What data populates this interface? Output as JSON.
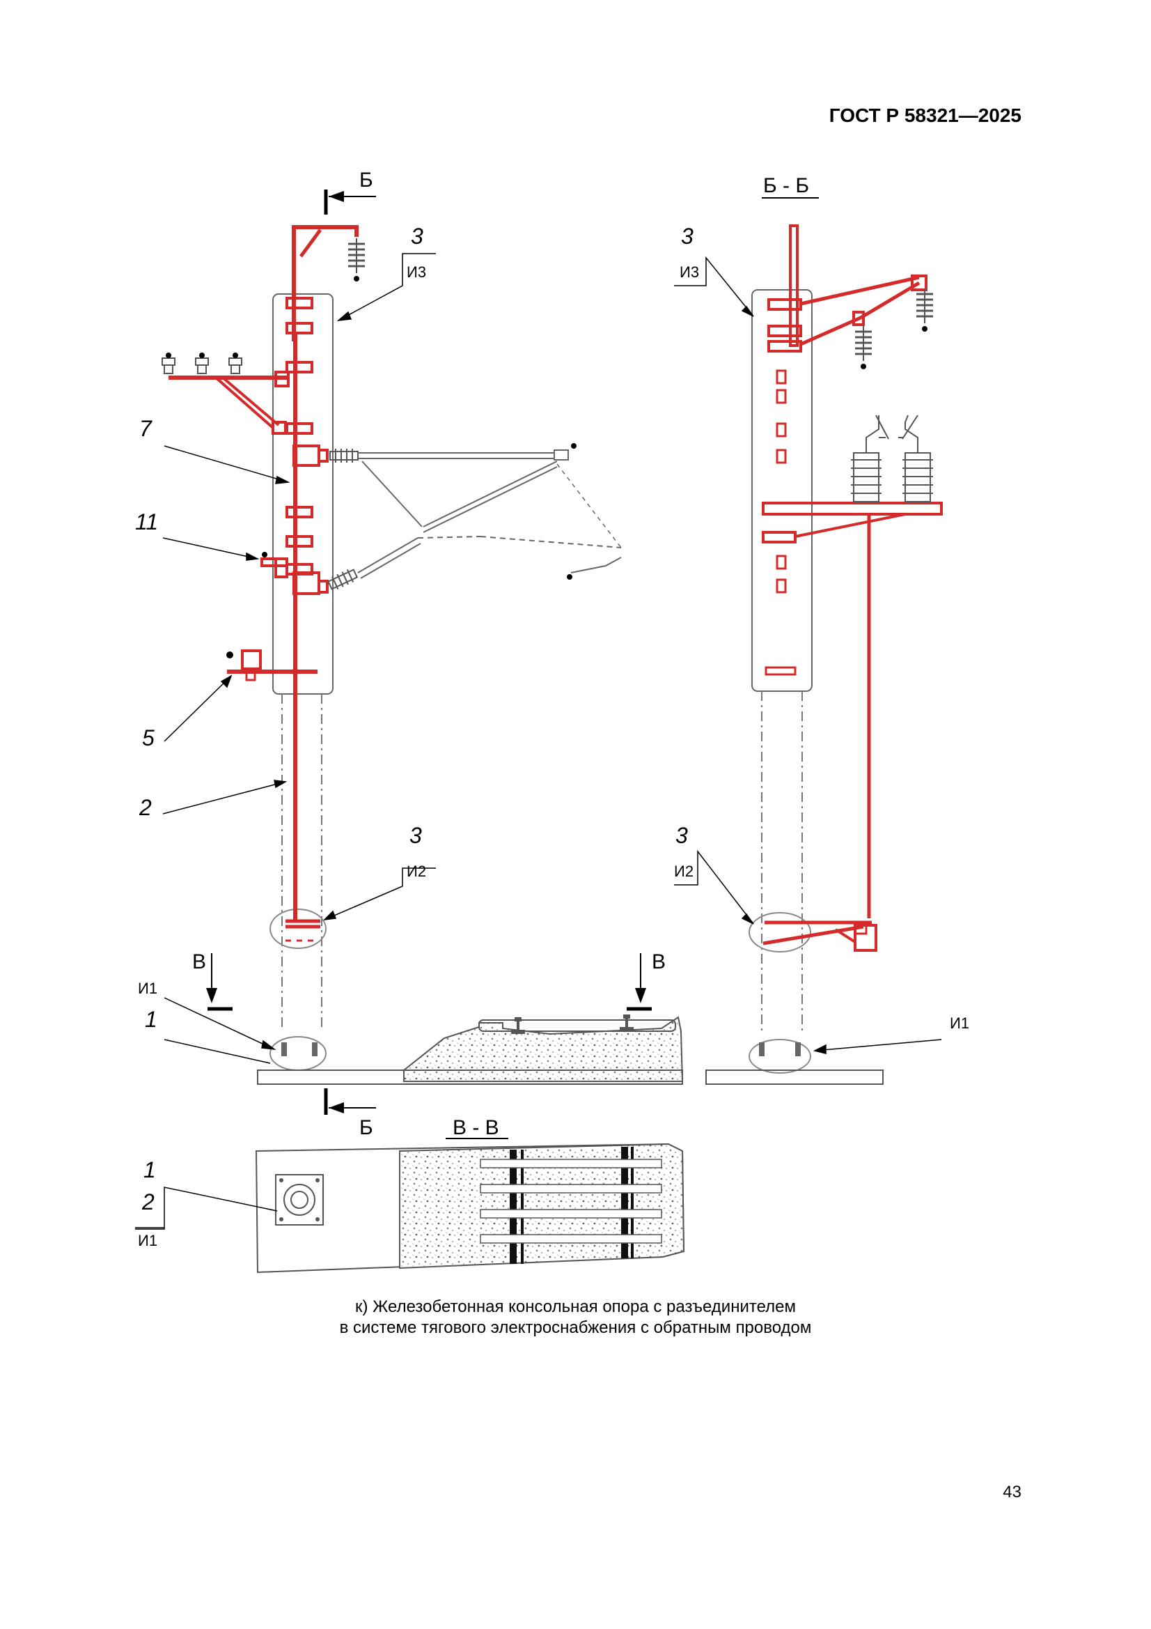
{
  "header": {
    "standard": "ГОСТ Р 58321—2025"
  },
  "labels": {
    "callout_3": "3",
    "callout_7": "7",
    "callout_11": "11",
    "callout_5": "5",
    "callout_2": "2",
    "callout_1": "1",
    "iz3": "И3",
    "iz2": "И2",
    "iz1": "И1",
    "cut_b": "Б",
    "cut_v": "В",
    "section_bb": "Б - Б",
    "section_vv": "В - В"
  },
  "caption": {
    "line1": "к) Железобетонная консольная опора с разъединителем",
    "line2": "в системе тягового электроснабжения с обратным проводом"
  },
  "page": {
    "number": "43"
  },
  "colors": {
    "conductor": "#d42a2a",
    "structure": "#555555",
    "ink": "#000000"
  },
  "icons": {
    "insulator": "insulator-icon",
    "rail": "rail-icon"
  }
}
